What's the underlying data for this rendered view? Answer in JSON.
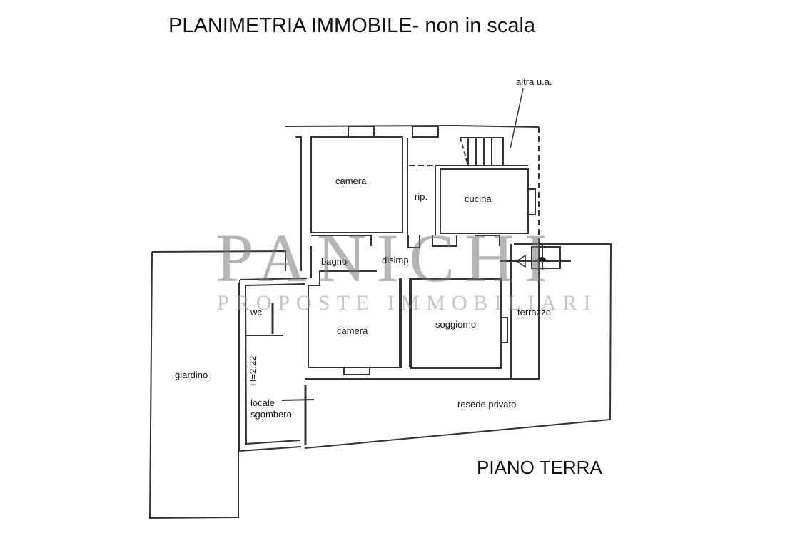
{
  "header": {
    "title": "PLANIMETRIA IMMOBILE- non in scala"
  },
  "footer": {
    "floor_label": "PIANO TERRA"
  },
  "watermark": {
    "brand": "PANICHI",
    "tagline": "PROPOSTE IMMOBILIARI"
  },
  "rooms": {
    "camera_top": "camera",
    "rip": "rip.",
    "cucina": "cucina",
    "bagno": "bagno",
    "disimp": "disimp.",
    "wc": "wc",
    "camera_bottom": "camera",
    "soggiorno": "soggiorno",
    "terrazzo": "terrazzo",
    "giardino": "giardino",
    "locale_sgombero_1": "locale",
    "locale_sgombero_2": "sgombero",
    "resede": "resede privato",
    "altra_ua": "altra u.a."
  },
  "annotations": {
    "height": "H=2.22"
  },
  "colors": {
    "wall": "#333333",
    "watermark": "#8a8a8a"
  }
}
